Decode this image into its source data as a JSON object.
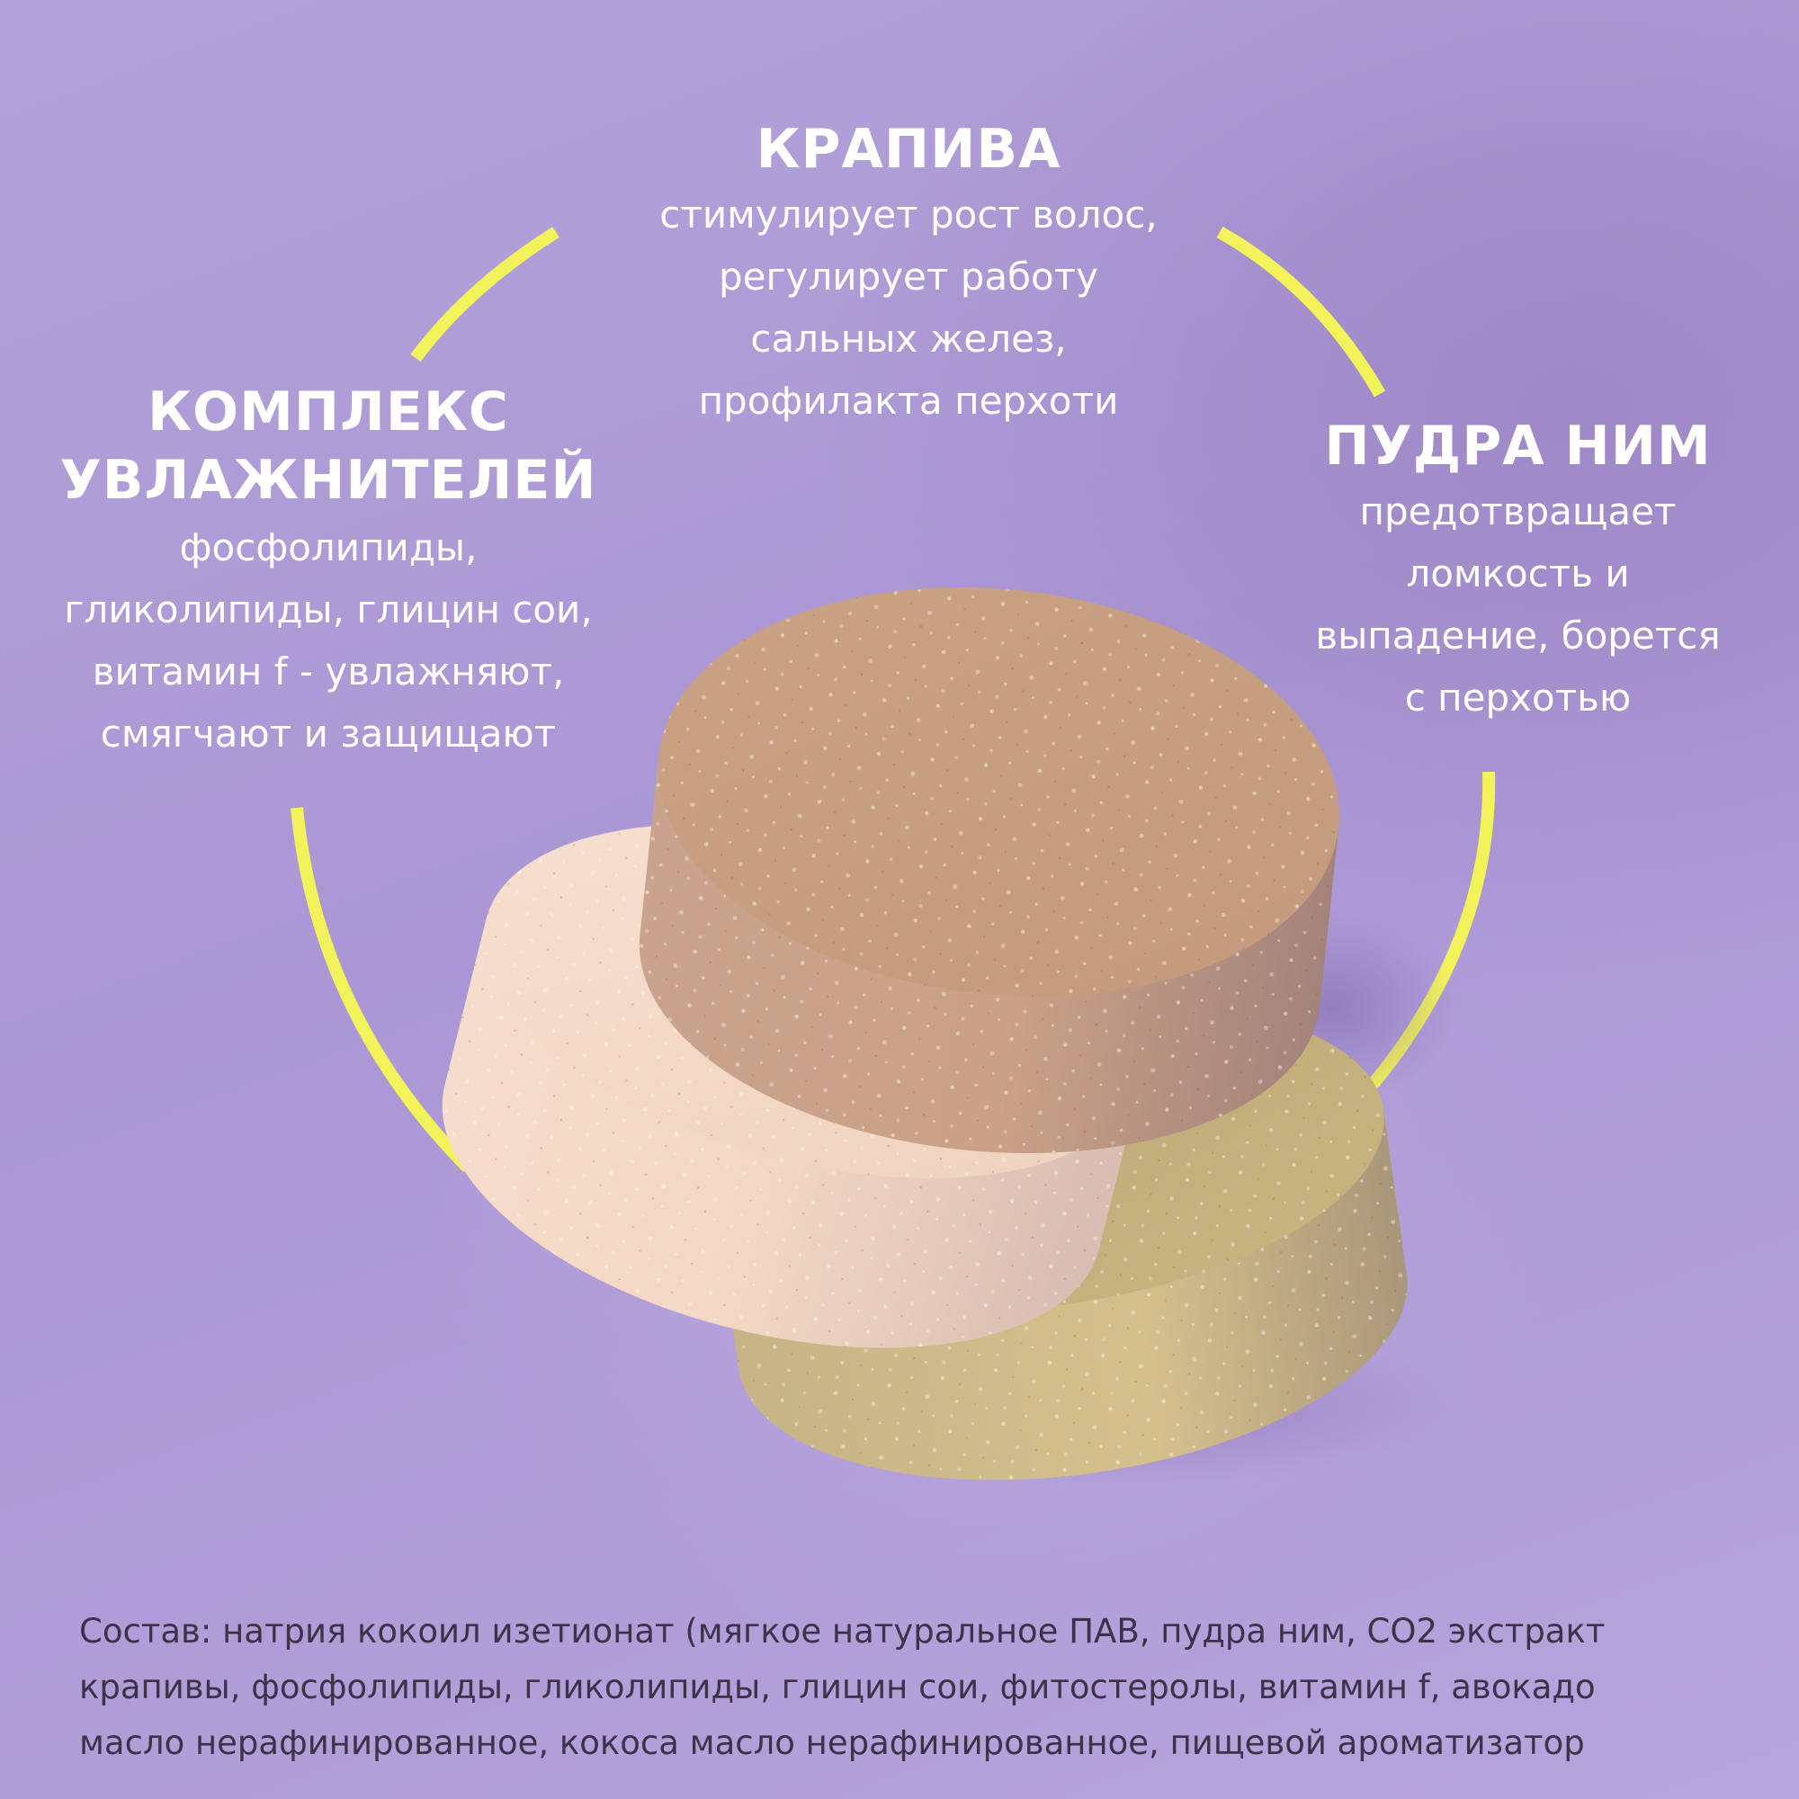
{
  "colors": {
    "background": "#b0a0da",
    "accent_arc": "#f2f25a",
    "text_light": "#ffffff",
    "text_dark": "#3d3248"
  },
  "nettle": {
    "title": "КРАПИВА",
    "lines": [
      "стимулирует рост волос,",
      "регулирует работу",
      "сальных желез,",
      "профилакта перхоти"
    ]
  },
  "moisturizers": {
    "title_lines": [
      "КОМПЛЕКС",
      "УВЛАЖНИТЕЛЕЙ"
    ],
    "lines": [
      "фосфолипиды,",
      "гликолипиды, глицин сои,",
      "витамин f - увлажняют,",
      "смягчают и защищают"
    ]
  },
  "neem": {
    "title": "ПУДРА НИМ",
    "lines": [
      "предотвращает",
      "ломкость и",
      "выпадение, борется",
      "с перхотью"
    ]
  },
  "composition": {
    "lines": [
      "Состав: натрия кокоил изетионат (мягкое натуральное ПАВ, пудра ним, CO2 экстракт",
      "крапивы, фосфолипиды, гликолипиды, глицин сои, фитостеролы, витамин f, авокадо",
      "масло нерафинированное, кокоса масло нерафинированное, пищевой ароматизатор"
    ]
  }
}
